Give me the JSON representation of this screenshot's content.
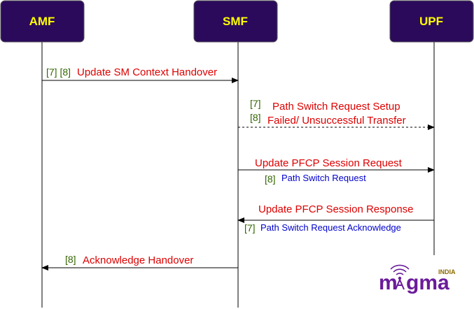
{
  "colors": {
    "header_fill": "#2b0a5c",
    "header_text": "#ffff00",
    "lifeline": "#000000",
    "message_text": "#dd0000",
    "step_tag": "#336600",
    "sub_text": "#0000cc",
    "logo_purple": "#6a1b9a",
    "logo_india": "#8a6a00"
  },
  "participants": {
    "amf": "AMF",
    "smf": "SMF",
    "upf": "UPF"
  },
  "messages": {
    "m1": {
      "tag": "[7] [8]",
      "label": "Update SM Context Handover"
    },
    "m2": {
      "tag_a": "[7]",
      "tag_b": "[8]",
      "line1": "Path Switch Request Setup",
      "line2": "Failed/ Unsuccessful Transfer"
    },
    "m3": {
      "label": "Update PFCP Session Request",
      "tag": "[8]",
      "sub": "Path Switch Request"
    },
    "m4": {
      "label": "Update PFCP Session Response",
      "tag": "[7]",
      "sub": "Path Switch Request Acknowledge"
    },
    "m5": {
      "tag": "[8]",
      "label": "Acknowledge Handover"
    }
  },
  "logo": {
    "wordmark_1": "m",
    "wordmark_2": "gma",
    "tagline": "INDIA",
    "icon": "antenna-icon"
  }
}
